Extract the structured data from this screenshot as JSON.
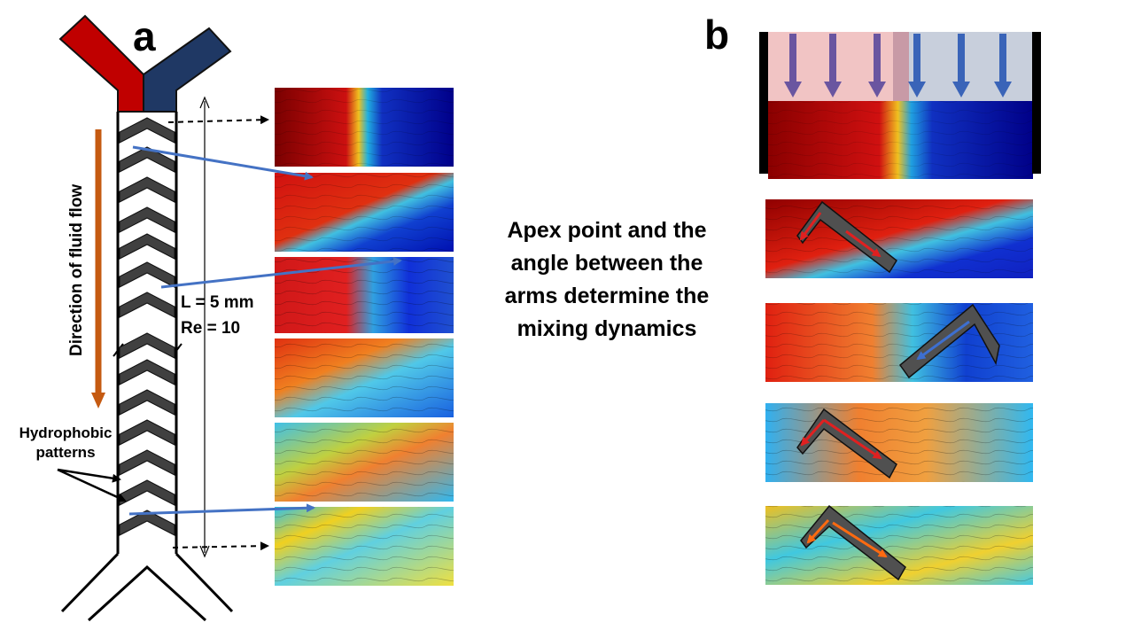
{
  "panel_a": {
    "letter": "a",
    "param_length": "L = 5 mm",
    "param_re": "Re = 10",
    "flow_label": "Direction of fluid flow",
    "hydrophobic_line1": "Hydrophobic",
    "hydrophobic_line2": "patterns"
  },
  "panel_b": {
    "letter": "b",
    "caption_lines": [
      "Apex point and the",
      "angle between the",
      "arms determine the",
      "mixing dynamics"
    ]
  },
  "colors": {
    "inlet_red": "#c00000",
    "inlet_navy": "#1f3864",
    "flow_arrow": "#c55a11",
    "connector_blue": "#4472c4",
    "chevron_dark": "#404040",
    "red_arrow": "#e02020",
    "blue_arrow": "#3d6fd0",
    "orange_arrow": "#ff6a10"
  },
  "icons": [
    "inlet-y-icon",
    "outlet-y-icon",
    "chevron-pattern-icon",
    "flow-direction-arrow-icon",
    "connector-arrow-icon"
  ]
}
